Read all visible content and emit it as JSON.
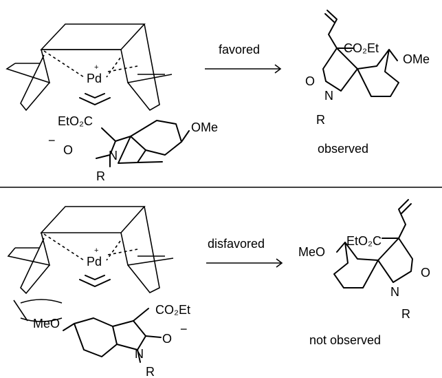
{
  "panels": [
    {
      "arrow_label": "favored",
      "outcome": "observed",
      "metal": "Pd",
      "charge_plus": "+",
      "charge_minus": "−",
      "enolate": {
        "ester": "EtO₂C",
        "oxygen": "O",
        "nitrogen": "N",
        "r_group": "R",
        "methoxy": "OMe"
      },
      "product": {
        "ester": "CO₂Et",
        "carbonyl_o": "O",
        "nitrogen": "N",
        "r_group": "R",
        "methoxy": "OMe"
      }
    },
    {
      "arrow_label": "disfavored",
      "outcome": "not observed",
      "metal": "Pd",
      "charge_plus": "+",
      "charge_minus": "−",
      "enolate": {
        "ester": "CO₂Et",
        "oxygen": "O",
        "nitrogen": "N",
        "r_group": "R",
        "methoxy": "MeO"
      },
      "product": {
        "ester": "EtO₂C",
        "carbonyl_o": "O",
        "nitrogen": "N",
        "r_group": "R",
        "methoxy": "MeO"
      }
    }
  ]
}
